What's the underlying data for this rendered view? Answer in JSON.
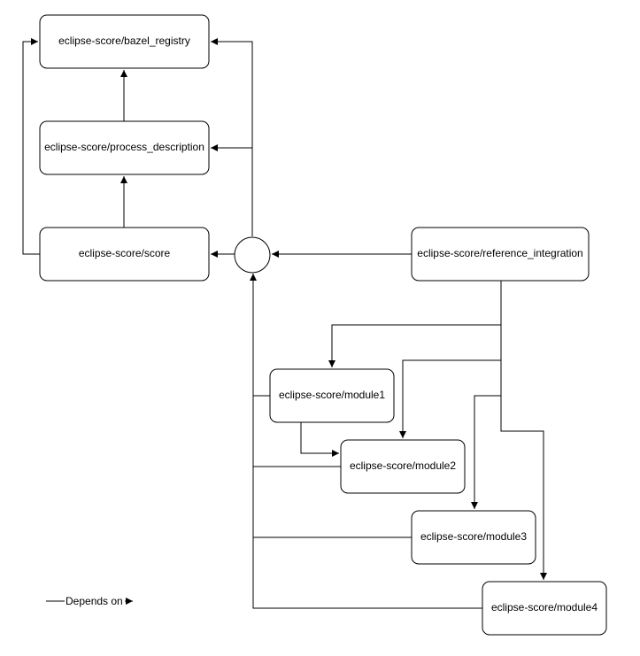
{
  "nodes": {
    "bazel_registry": "eclipse-score/bazel_registry",
    "process_description": "eclipse-score/process_description",
    "score": "eclipse-score/score",
    "reference_integration": "eclipse-score/reference_integration",
    "module1": "eclipse-score/module1",
    "module2": "eclipse-score/module2",
    "module3": "eclipse-score/module3",
    "module4": "eclipse-score/module4"
  },
  "legend": {
    "label": "Depends on"
  },
  "colors": {
    "stroke": "#000000",
    "fill": "#ffffff",
    "text": "#000000"
  }
}
